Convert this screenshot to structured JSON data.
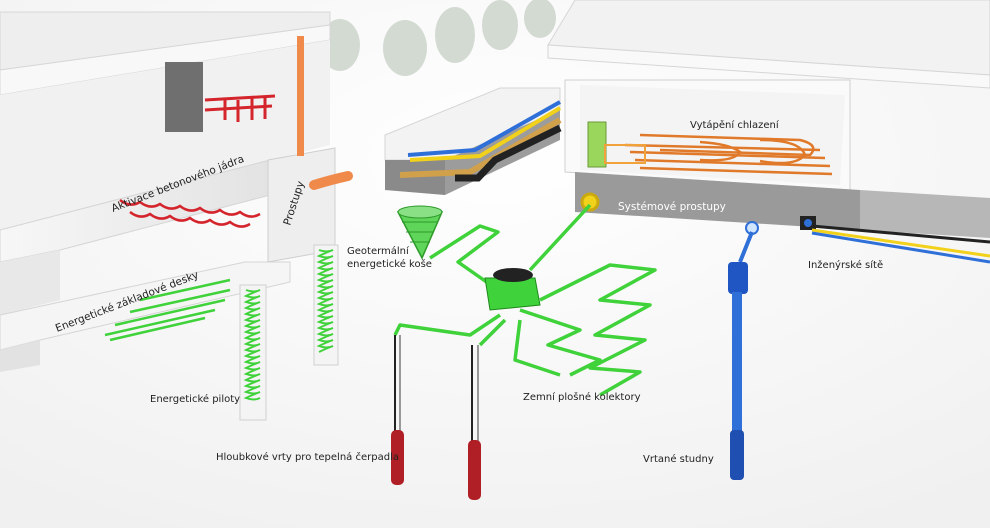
{
  "labels": {
    "core_activation": "Aktivace betonového jádra",
    "foundation_slab": "Energetické základové desky",
    "penetrations": "Prostupy",
    "energy_piles": "Energetické piloty",
    "geo_baskets_line1": "Geotermální",
    "geo_baskets_line2": "energetické koše",
    "deep_boreholes": "Hloubkové vrty pro tepelná čerpadla",
    "heating_cooling": "Vytápění chlazení",
    "system_penetrations": "Systémové prostupy",
    "utility_networks": "Inženýrské sítě",
    "ground_collectors": "Zemní plošné kolektory",
    "drilled_wells": "Vrtané studny"
  },
  "colors": {
    "green": "#3fd23a",
    "red": "#d4242c",
    "orange_pipe": "#f08a4b",
    "blue": "#2f6fd8",
    "yellow": "#f2d11b",
    "concrete": "#e9e9e9",
    "label_band": "#9a9a9a"
  }
}
